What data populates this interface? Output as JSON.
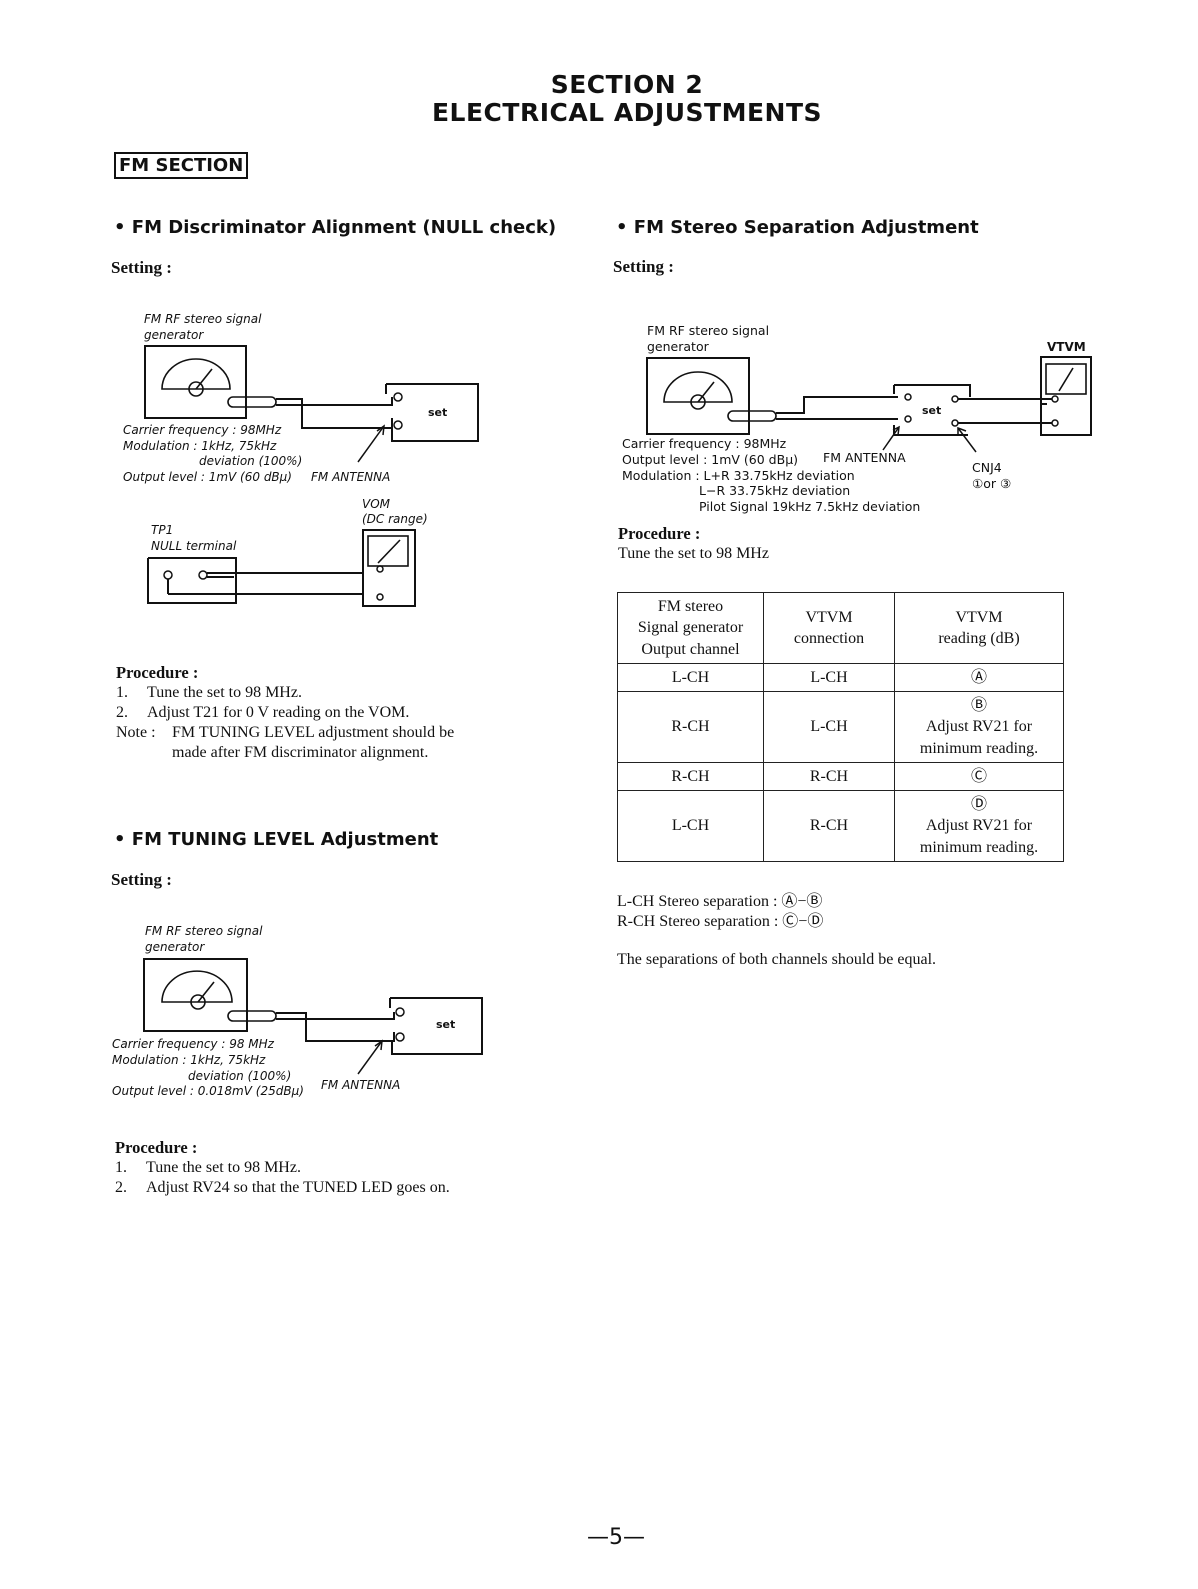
{
  "header": {
    "section": "SECTION 2",
    "title": "ELECTRICAL ADJUSTMENTS",
    "badge": "FM SECTION"
  },
  "discriminator": {
    "heading": "• FM Discriminator Alignment (NULL check)",
    "setting": "Setting :",
    "generator_label_1": "FM RF stereo signal",
    "generator_label_2": "generator",
    "carrier": "Carrier frequency : 98MHz",
    "modulation": "Modulation : 1kHz, 75kHz",
    "deviation": "deviation (100%)",
    "output": "Output level : 1mV (60 dBμ)",
    "antenna": "FM ANTENNA",
    "set": "set",
    "vom_1": "VOM",
    "vom_2": "(DC range)",
    "tp1": "TP1",
    "null_terminal": "NULL terminal",
    "procedure_title": "Procedure :",
    "steps": [
      {
        "num": "1.",
        "text": "Tune the set to 98 MHz."
      },
      {
        "num": "2.",
        "text": "Adjust T21 for 0 V reading on the VOM."
      }
    ],
    "note_label": "Note :",
    "note_1": "FM TUNING LEVEL adjustment should be",
    "note_2": "made after FM discriminator alignment."
  },
  "tuning": {
    "heading": "• FM TUNING LEVEL Adjustment",
    "setting": "Setting :",
    "generator_label_1": "FM RF stereo signal",
    "generator_label_2": "generator",
    "carrier": "Carrier frequency : 98 MHz",
    "modulation": "Modulation : 1kHz, 75kHz",
    "deviation": "deviation (100%)",
    "output": "Output level : 0.018mV (25dBμ)",
    "antenna": "FM ANTENNA",
    "set": "set",
    "procedure_title": "Procedure :",
    "steps": [
      {
        "num": "1.",
        "text": "Tune the set to 98 MHz."
      },
      {
        "num": "2.",
        "text": "Adjust RV24 so that the TUNED LED goes on."
      }
    ]
  },
  "separation": {
    "heading": "• FM Stereo Separation Adjustment",
    "setting": "Setting :",
    "generator_label_1": "FM RF stereo signal",
    "generator_label_2": "generator",
    "vtvm": "VTVM",
    "set": "set",
    "carrier": "Carrier frequency : 98MHz",
    "output": "Output level : 1mV (60 dBμ)",
    "antenna": "FM ANTENNA",
    "modulation_1": "Modulation : L+R  33.75kHz deviation",
    "modulation_2": "L−R  33.75kHz deviation",
    "pilot": "Pilot Signal 19kHz  7.5kHz deviation",
    "cnj": "CNJ4",
    "cnj_pins": "①or ③",
    "procedure_title": "Procedure :",
    "procedure_text": "Tune the set to 98 MHz",
    "table_headers": [
      [
        "FM stereo",
        "Signal generator",
        "Output channel"
      ],
      [
        "VTVM",
        "connection"
      ],
      [
        "VTVM",
        "reading  (dB)"
      ]
    ],
    "table_rows": [
      {
        "output": "L-CH",
        "conn": "L-CH",
        "reading": [
          "Ⓐ"
        ]
      },
      {
        "output": "R-CH",
        "conn": "L-CH",
        "reading": [
          "Ⓑ",
          "Adjust RV21 for",
          "minimum reading."
        ]
      },
      {
        "output": "R-CH",
        "conn": "R-CH",
        "reading": [
          "Ⓒ"
        ]
      },
      {
        "output": "L-CH",
        "conn": "R-CH",
        "reading": [
          "Ⓓ",
          "Adjust RV21 for",
          "minimum reading."
        ]
      }
    ],
    "lch_sep": "L-CH Stereo separation : Ⓐ−Ⓑ",
    "rch_sep": "R-CH Stereo separation : Ⓒ−Ⓓ",
    "equal_note": "The separations of both channels should be equal."
  },
  "page_number": "—5—"
}
